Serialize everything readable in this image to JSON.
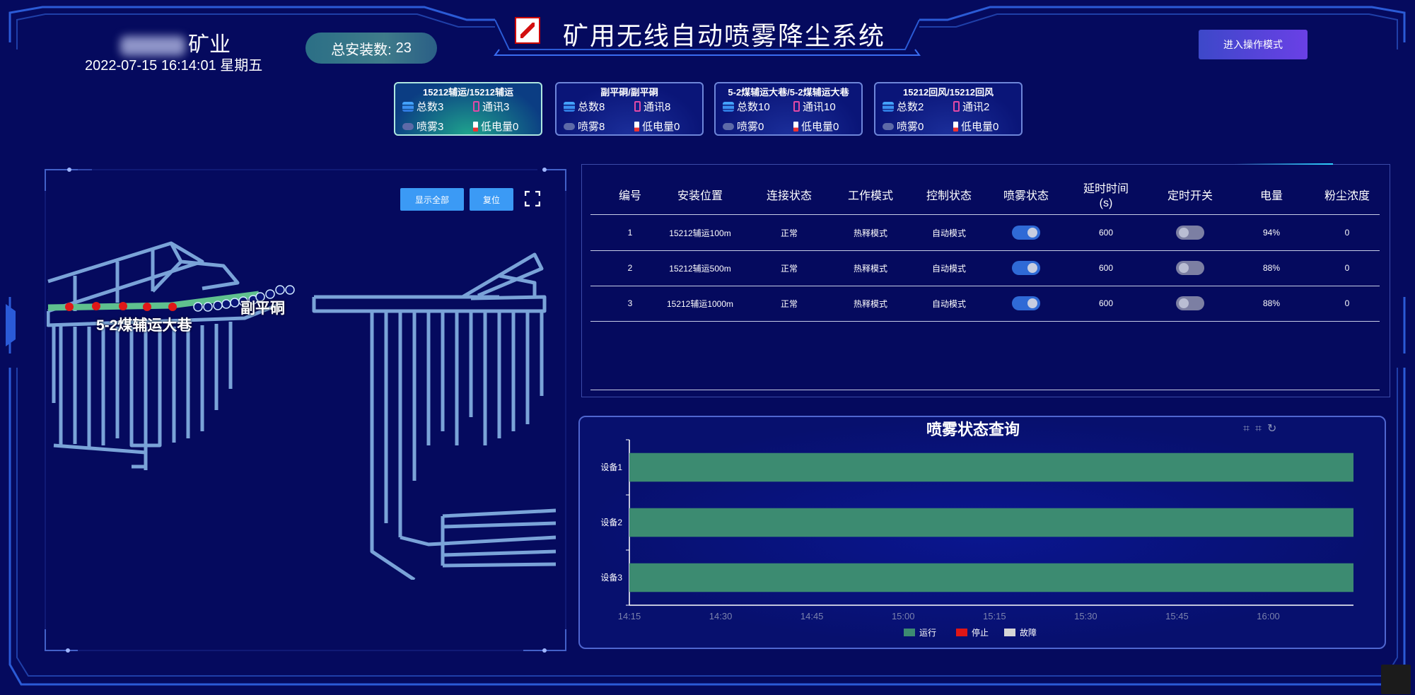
{
  "header": {
    "mine_suffix": "矿业",
    "datetime": "2022-07-15 16:14:01 星期五",
    "total_label": "总安装数:",
    "total_value": "23",
    "title": "矿用无线自动喷雾降尘系统",
    "operate_button": "进入操作模式"
  },
  "cards": [
    {
      "title": "15212辅运/15212辅运",
      "total": "总数3",
      "comm": "通讯3",
      "spray": "喷雾3",
      "low": "低电量0",
      "active": true
    },
    {
      "title": "副平硐/副平硐",
      "total": "总数8",
      "comm": "通讯8",
      "spray": "喷雾8",
      "low": "低电量0",
      "active": false
    },
    {
      "title": "5-2煤辅运大巷/5-2煤辅运大巷",
      "total": "总数10",
      "comm": "通讯10",
      "spray": "喷雾0",
      "low": "低电量0",
      "active": false
    },
    {
      "title": "15212回风/15212回风",
      "total": "总数2",
      "comm": "通讯2",
      "spray": "喷雾0",
      "low": "低电量0",
      "active": false
    }
  ],
  "map": {
    "show_all": "显示全部",
    "reset": "复位",
    "label_tunnel": "5-2煤辅运大巷",
    "label_adit": "副平硐",
    "colors": {
      "line": "#7aa3d8",
      "green": "#5fc08e",
      "stopped": "#e01818"
    }
  },
  "table": {
    "headers": [
      "编号",
      "安装位置",
      "连接状态",
      "工作模式",
      "控制状态",
      "喷雾状态",
      "延时时间\n(s)",
      "定时开关",
      "电量",
      "粉尘浓度"
    ],
    "rows": [
      {
        "id": "1",
        "location": "15212辅运100m",
        "conn": "正常",
        "mode": "热释模式",
        "control": "自动模式",
        "spray_on": true,
        "delay": "600",
        "timer_on": false,
        "battery": "94%",
        "dust": "0"
      },
      {
        "id": "2",
        "location": "15212辅运500m",
        "conn": "正常",
        "mode": "热释模式",
        "control": "自动模式",
        "spray_on": true,
        "delay": "600",
        "timer_on": false,
        "battery": "88%",
        "dust": "0"
      },
      {
        "id": "3",
        "location": "15212辅运1000m",
        "conn": "正常",
        "mode": "热释模式",
        "control": "自动模式",
        "spray_on": true,
        "delay": "600",
        "timer_on": false,
        "battery": "88%",
        "dust": "0"
      }
    ]
  },
  "chart_data": {
    "type": "bar",
    "title": "喷雾状态查询",
    "categories": [
      "设备1",
      "设备2",
      "设备3"
    ],
    "x_ticks": [
      "14:15",
      "14:30",
      "14:45",
      "15:00",
      "15:15",
      "15:30",
      "15:45",
      "16:00"
    ],
    "x_range": [
      "14:15",
      "16:14"
    ],
    "series": [
      {
        "name": "运行",
        "color": "#3c8b71",
        "values": [
          [
            0,
            119
          ],
          [
            0,
            119
          ],
          [
            0,
            119
          ]
        ]
      },
      {
        "name": "停止",
        "color": "#e01616",
        "values": []
      },
      {
        "name": "故障",
        "color": "#d6d6d6",
        "values": []
      }
    ],
    "legend_position": "bottom"
  }
}
